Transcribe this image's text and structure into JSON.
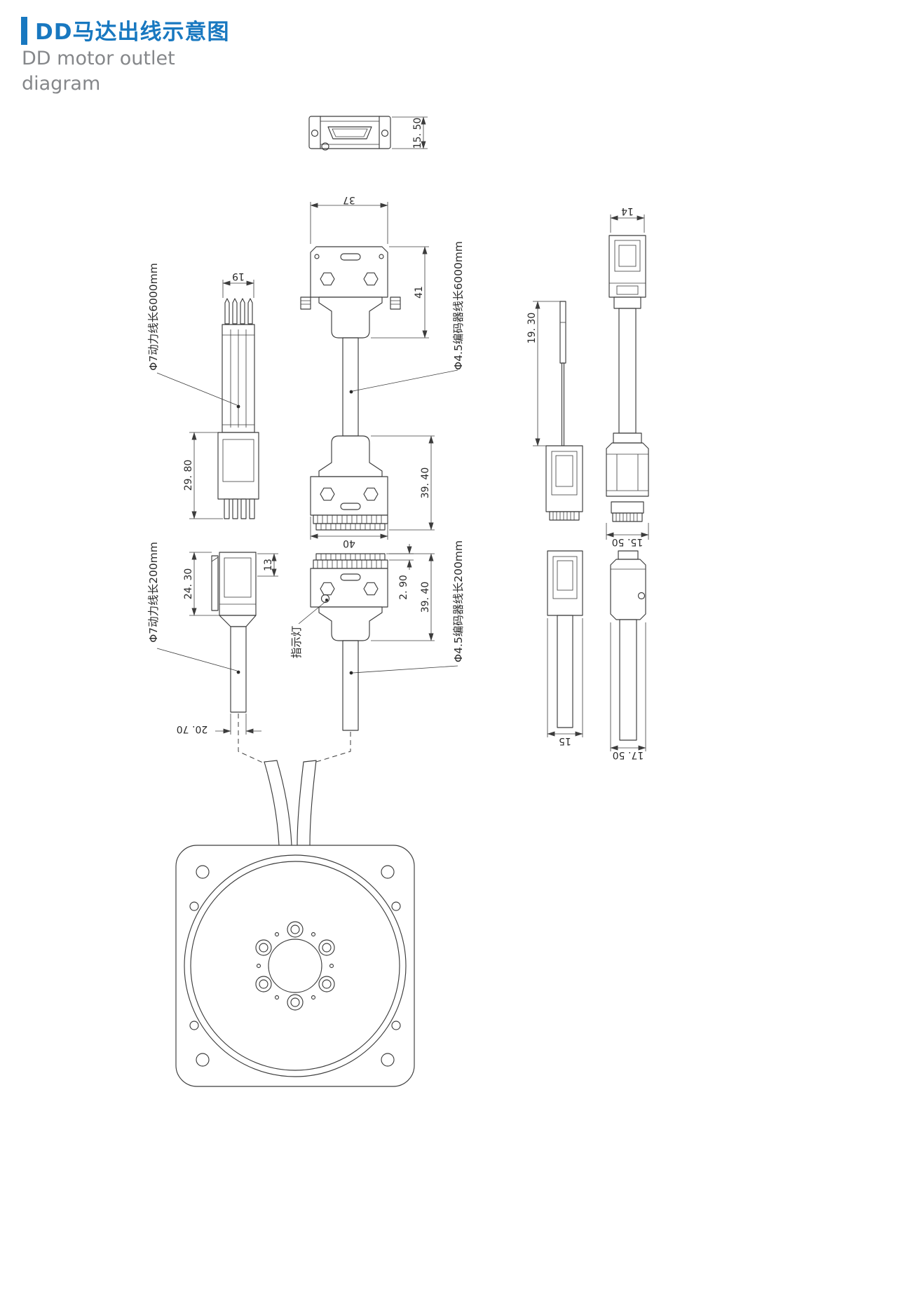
{
  "header": {
    "accent_color": "#1878c0",
    "title_zh": "DD马达出线示意图",
    "subtitle_en_line1": "DD motor outlet",
    "subtitle_en_line2": "diagram"
  },
  "callouts": {
    "power_cable_6000": "Φ7动力线长6000mm",
    "encoder_cable_6000": "Φ4.5编码器线长6000mm",
    "power_cable_200": "Φ7动力线长200mm",
    "encoder_cable_200": "Φ4.5编码器线长200mm",
    "indicator_light": "指示灯"
  },
  "dimensions": {
    "top_view_height": "15. 50",
    "encoder_plug_width": "37",
    "encoder_plug_length": "41",
    "power_plug_width": "19",
    "power_housing_length": "29. 80",
    "power_housing_length_200": "24. 30",
    "power_plug_width_200": "13",
    "power_tail_length_200": "20. 70",
    "encoder_socket_width": "40",
    "encoder_socket_length": "39. 40",
    "encoder_pin_height": "2. 90",
    "encoder_plug_length_200": "39. 40",
    "motor_plug_width": "14",
    "motor_pin_length": "19. 30",
    "motor_plug_width_bottom": "15. 50",
    "motor_socket_width_200": "15",
    "motor_plug_width_200": "17. 50"
  }
}
